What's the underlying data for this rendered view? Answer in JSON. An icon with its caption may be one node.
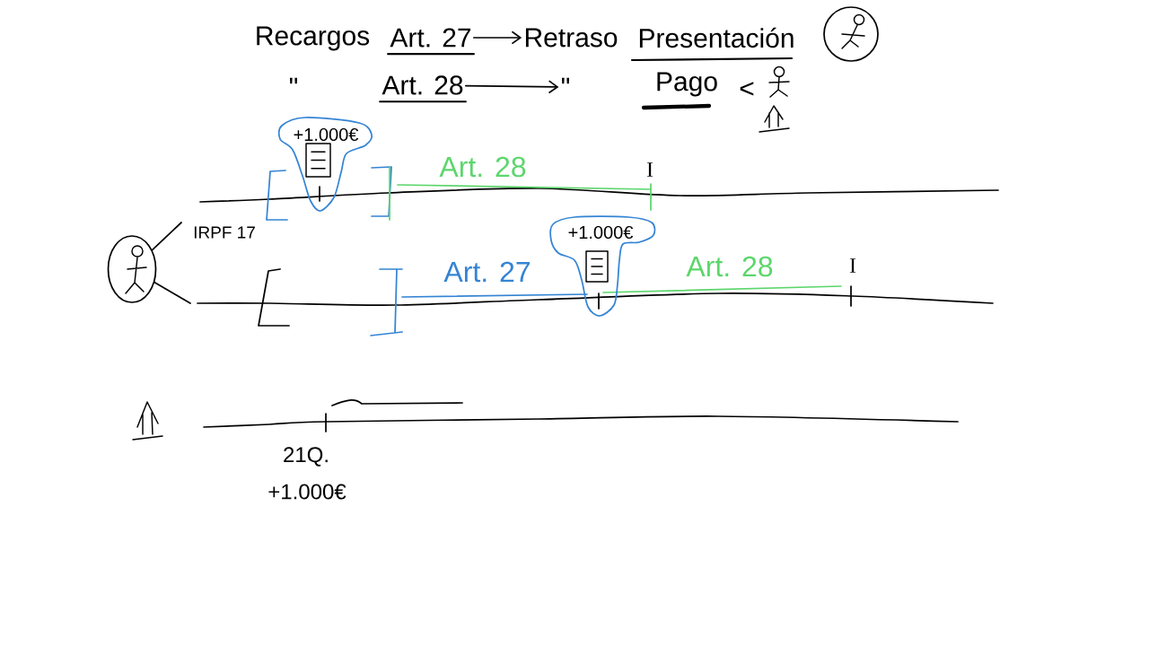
{
  "diagram": {
    "nodes": [
      {
        "text": [
          "Art. 27"
        ]
      },
      {
        "text": [
          "Retraso"
        ]
      },
      {
        "text": [
          "Art. 28"
        ]
      },
      {
        "text": [
          "\""
        ]
      },
      {
        "text": [
          "+1.000€"
        ]
      },
      {
        "text": [],
        "shape": "person"
      },
      {
        "text": [
          "+1.000€"
        ]
      }
    ],
    "edges": [
      {
        "from": 0,
        "to": 1,
        "arrow": "to"
      },
      {
        "from": 2,
        "to": 3,
        "arrow": "to"
      },
      {
        "from": 5,
        "to": null,
        "arrow": "none"
      },
      {
        "from": 5,
        "to": null,
        "arrow": "none"
      }
    ],
    "labels": [
      "Recargos",
      "Presentación",
      "\"",
      "Pago",
      "<",
      "Art. 28",
      "I",
      "IRPF 17",
      "Art. 27",
      "Art. 28",
      "I",
      "21Q.",
      "+1.000€"
    ]
  }
}
